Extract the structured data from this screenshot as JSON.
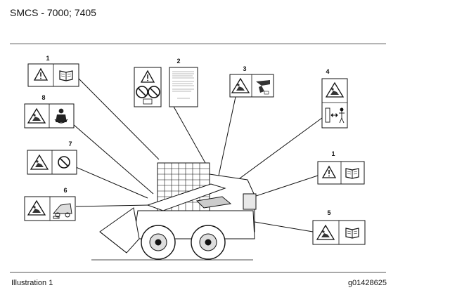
{
  "header": {
    "title": "SMCS - 7000; 7405"
  },
  "footer": {
    "illustration": "Illustration 1",
    "figure_id": "g01428625"
  },
  "decals": [
    {
      "number": "1",
      "icons": [
        "warning-triangle-icon",
        "manual-book-icon"
      ]
    },
    {
      "number": "2",
      "icons": [
        "warning-triangle-icon",
        "no-riders-icon",
        "manual-book-icon"
      ]
    },
    {
      "number": "3",
      "icons": [
        "crush-hazard-warning-icon",
        "hand-pinch-icon"
      ]
    },
    {
      "number": "4",
      "icons": [
        "fall-hazard-warning-icon",
        "keep-distance-icon"
      ]
    },
    {
      "number": "5",
      "icons": [
        "crush-hazard-warning-icon",
        "manual-book-icon"
      ]
    },
    {
      "number": "6",
      "icons": [
        "crush-hazard-warning-icon",
        "loader-arm-icon"
      ]
    },
    {
      "number": "7",
      "icons": [
        "warning-triangle-icon",
        "prohibited-icon"
      ]
    },
    {
      "number": "8",
      "icons": [
        "fall-hazard-warning-icon",
        "operator-seat-icon"
      ]
    },
    {
      "number": "1",
      "icons": [
        "warning-triangle-icon",
        "manual-book-icon"
      ]
    }
  ]
}
